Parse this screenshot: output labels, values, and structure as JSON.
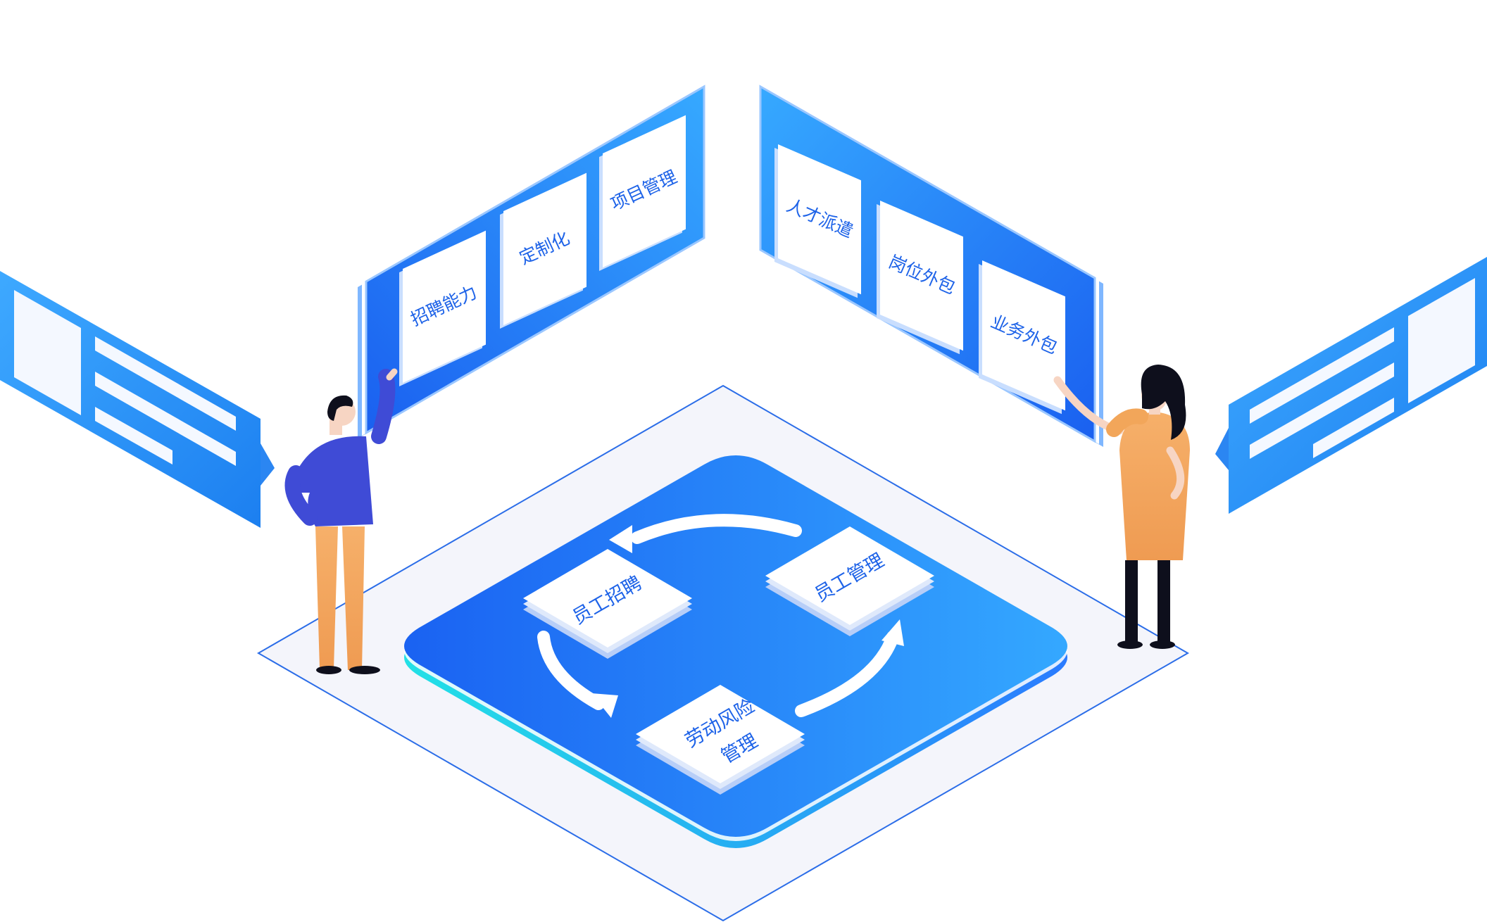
{
  "left_panel": {
    "cards": [
      {
        "label": "招聘能力"
      },
      {
        "label": "定制化"
      },
      {
        "label": "项目管理"
      }
    ]
  },
  "right_panel": {
    "cards": [
      {
        "label": "人才派遣"
      },
      {
        "label": "岗位外包"
      },
      {
        "label": "业务外包"
      }
    ]
  },
  "cycle": {
    "nodes": [
      {
        "line1": "员工招聘"
      },
      {
        "line1": "员工管理"
      },
      {
        "line1": "劳动风险",
        "line2": "管理"
      }
    ]
  },
  "colors": {
    "primary_blue": "#1e6bf0",
    "light_blue": "#34a4ff",
    "text_blue": "#1e63e8",
    "platform_edge": "#22d3e6",
    "floor": "#f4f5fb",
    "man_shirt": "#3f4bd6",
    "pants": "#f0a35a",
    "woman_dress": "#f2a65a"
  }
}
